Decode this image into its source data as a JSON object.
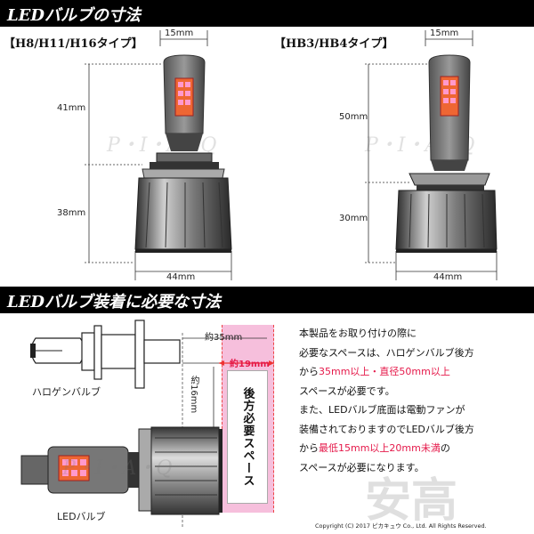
{
  "section1": {
    "title": "LEDバルブの寸法",
    "left": {
      "type_label": "【H8/H11/H16タイプ】",
      "dim_top_width": "15mm",
      "dim_height_upper": "41mm",
      "dim_height_lower": "38mm",
      "dim_bottom_width": "44mm"
    },
    "right": {
      "type_label": "【HB3/HB4タイプ】",
      "dim_top_width": "15mm",
      "dim_height_upper": "50mm",
      "dim_height_lower": "30mm",
      "dim_bottom_width": "44mm"
    }
  },
  "section2": {
    "title": "LEDバルブ装着に必要な寸法",
    "halogen_label": "ハロゲンバルブ",
    "led_label": "LEDバルブ",
    "dim_35": "約35mm",
    "dim_16": "約16mm",
    "dim_19": "約19mm",
    "space_label": "後方必要スペース",
    "description": {
      "l1": "本製品をお取り付けの際に",
      "l2": "必要なスペースは、ハロゲンバルブ後方",
      "l3_pre": "から",
      "l3_red": "35mm以上・直径50mm以上",
      "l4": "スペースが必要です。",
      "l5": "また、LEDバルブ底面は電動ファンが",
      "l6": "装備されておりますのでLEDバルブ後方",
      "l7_pre": "から",
      "l7_red": "最低15mm以上20mm未満",
      "l7_post": "の",
      "l8": "スペースが必要になります。"
    },
    "copyright": "Copyright (C) 2017 ピカキュウ Co., Ltd. All Rights Reserved."
  },
  "watermarks": {
    "wm1": "P・I・A・Q",
    "wm2": "P・I・A・Q",
    "wm3": "P・I・A・Q",
    "wm_big": "安高"
  }
}
